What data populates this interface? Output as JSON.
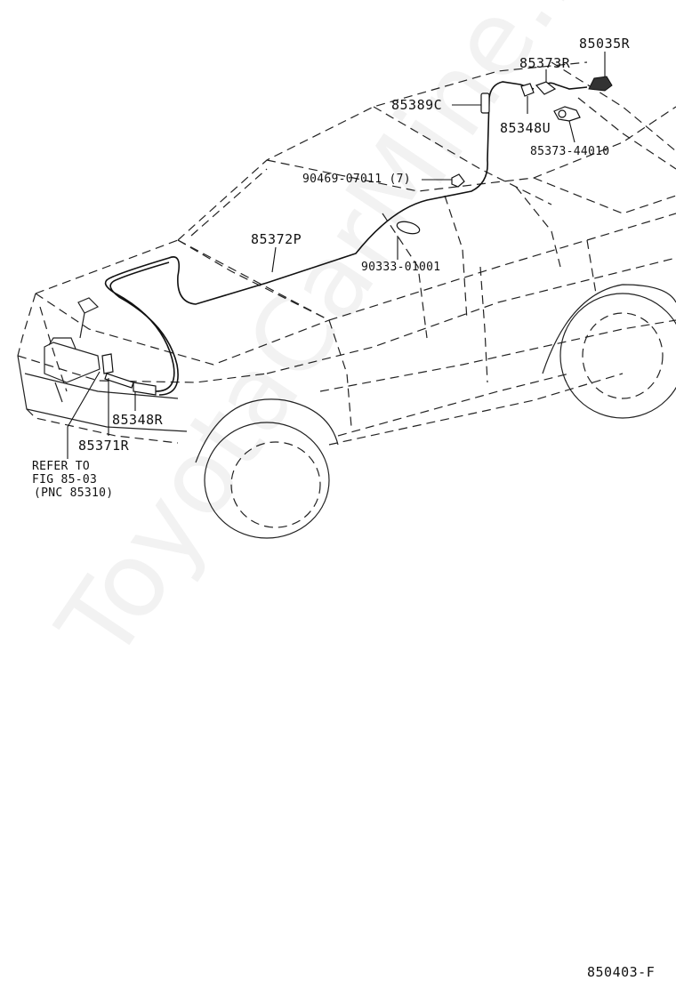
{
  "diagram": {
    "watermark": "ToyotaCarMine.ru",
    "figure_id": "850403-F",
    "colors": {
      "line": "#111111",
      "watermark": "#d0d0d0",
      "background": "#ffffff"
    },
    "parts": [
      {
        "id": "p1",
        "label": "85035R"
      },
      {
        "id": "p2",
        "label": "85373R"
      },
      {
        "id": "p3",
        "label": "85389C"
      },
      {
        "id": "p4",
        "label": "85348U"
      },
      {
        "id": "p5",
        "label": "85373-44010"
      },
      {
        "id": "p6",
        "label": "90469-07011 (7)"
      },
      {
        "id": "p7",
        "label": "85372P"
      },
      {
        "id": "p8",
        "label": "90333-01001"
      },
      {
        "id": "p9",
        "label": "85348R"
      },
      {
        "id": "p10",
        "label": "85371R"
      }
    ],
    "refer_note": {
      "line1": "REFER TO",
      "line2": "FIG 85-03",
      "line3": "(PNC 85310)"
    }
  }
}
